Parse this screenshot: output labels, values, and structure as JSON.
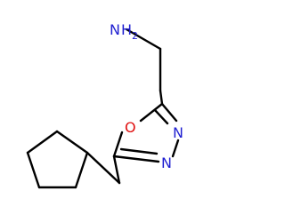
{
  "molecule": {
    "atoms": {
      "amine": {
        "element": "N",
        "hydrogens": "2",
        "color": "#1f1fd1"
      },
      "ring_oxygen": {
        "element": "O",
        "color": "#e01010"
      },
      "ring_n3": {
        "element": "N",
        "color": "#1f1fd1"
      },
      "ring_n4": {
        "element": "N",
        "color": "#1f1fd1"
      }
    },
    "bond_color": "#000000"
  }
}
